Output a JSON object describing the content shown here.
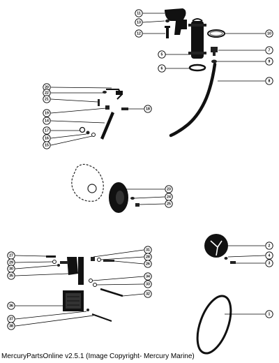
{
  "diagram": {
    "callouts": [
      {
        "number": "11",
        "part": "top-bracket"
      },
      {
        "number": "13",
        "part": "washer"
      },
      {
        "number": "12",
        "part": "bolt"
      },
      {
        "number": "10",
        "part": "hose-clamp"
      },
      {
        "number": "5",
        "part": "fuel-filter-housing"
      },
      {
        "number": "7",
        "part": "fitting"
      },
      {
        "number": "9",
        "part": "clamp"
      },
      {
        "number": "6",
        "part": "clamp"
      },
      {
        "number": "8",
        "part": "fuel-hose"
      },
      {
        "number": "20",
        "part": "wire"
      },
      {
        "number": "22",
        "part": "terminal"
      },
      {
        "number": "21",
        "part": "screw"
      },
      {
        "number": "19",
        "part": "screw"
      },
      {
        "number": "18",
        "part": "bolt"
      },
      {
        "number": "14",
        "part": "strap"
      },
      {
        "number": "17",
        "part": "nut"
      },
      {
        "number": "16",
        "part": "washer"
      },
      {
        "number": "15",
        "part": "washer"
      },
      {
        "number": "23",
        "part": "pulley"
      },
      {
        "number": "24",
        "part": "washer"
      },
      {
        "number": "25",
        "part": "nut"
      },
      {
        "number": "27",
        "part": "bolt"
      },
      {
        "number": "29",
        "part": "washer"
      },
      {
        "number": "30",
        "part": "washer"
      },
      {
        "number": "35",
        "part": "bracket"
      },
      {
        "number": "31",
        "part": "nut"
      },
      {
        "number": "28",
        "part": "washer"
      },
      {
        "number": "26",
        "part": "bolt"
      },
      {
        "number": "34",
        "part": "washer"
      },
      {
        "number": "33",
        "part": "washer"
      },
      {
        "number": "32",
        "part": "bolt"
      },
      {
        "number": "36",
        "part": "coil"
      },
      {
        "number": "37",
        "part": "washer"
      },
      {
        "number": "38",
        "part": "bolt"
      },
      {
        "number": "2",
        "part": "pulley"
      },
      {
        "number": "4",
        "part": "washer"
      },
      {
        "number": "3",
        "part": "nut"
      },
      {
        "number": "1",
        "part": "drive-belt"
      }
    ]
  },
  "footer": {
    "text": "MercuryPartsOnline v2.5.1 (Image Copyright- Mercury Marine)"
  }
}
